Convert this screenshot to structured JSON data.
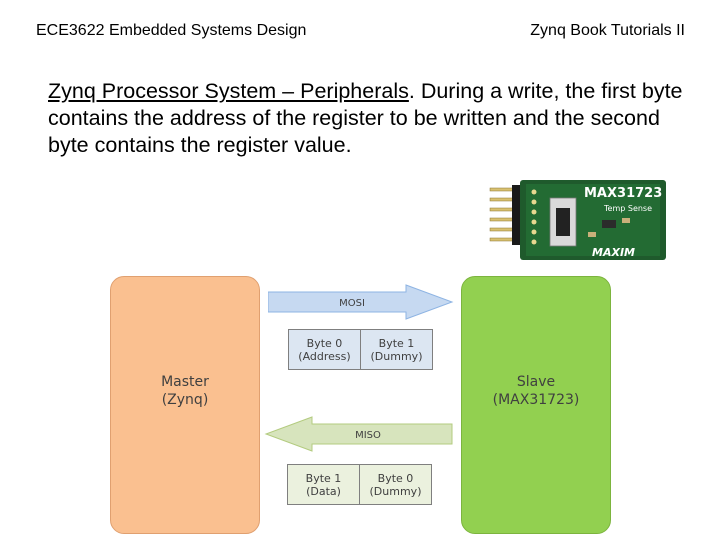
{
  "header": {
    "left": "ECE3622 Embedded Systems Design",
    "right": "Zynq Book Tutorials II"
  },
  "body": {
    "highlight": "Zynq Processor System – Peripherals",
    "text": ". During a write, the first byte contains the address of the register to be written and the second byte contains the register value."
  },
  "board": {
    "label": "MAX31723",
    "sublabel": "Temp Sense",
    "brand": "MAXIM"
  },
  "diagram": {
    "master": {
      "line1": "Master",
      "line2": "(Zynq)"
    },
    "slave": {
      "line1": "Slave",
      "line2": "(MAX31723)"
    },
    "mosi": {
      "label": "MOSI",
      "cells": [
        {
          "line1": "Byte 0",
          "line2": "(Address)"
        },
        {
          "line1": "Byte 1",
          "line2": "(Dummy)"
        }
      ]
    },
    "miso": {
      "label": "MISO",
      "cells": [
        {
          "line1": "Byte 1",
          "line2": "(Data)"
        },
        {
          "line1": "Byte 0",
          "line2": "(Dummy)"
        }
      ]
    }
  },
  "colors": {
    "master": "#fac090",
    "slave": "#92d050",
    "mosi_arrow": "#c6d9f1",
    "miso_arrow": "#d7e4bd"
  }
}
